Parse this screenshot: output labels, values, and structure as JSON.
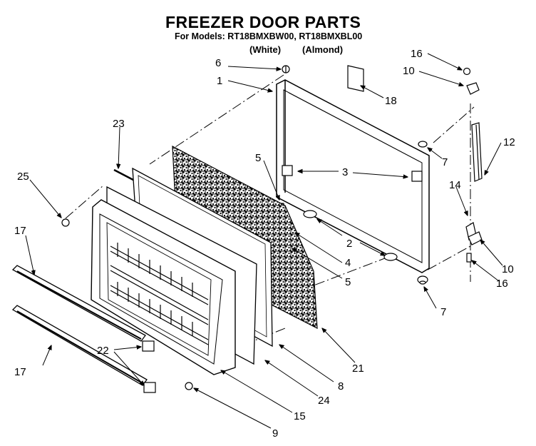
{
  "header": {
    "title": "FREEZER DOOR PARTS",
    "models_line": "For Models: RT18BMXBW00, RT18BMXBL00",
    "variant_white": "(White)",
    "variant_almond": "(Almond)"
  },
  "callouts": [
    {
      "id": "c6",
      "text": "6"
    },
    {
      "id": "c1",
      "text": "1"
    },
    {
      "id": "c18",
      "text": "18"
    },
    {
      "id": "c16a",
      "text": "16"
    },
    {
      "id": "c10a",
      "text": "10"
    },
    {
      "id": "c12",
      "text": "12"
    },
    {
      "id": "c7a",
      "text": "7"
    },
    {
      "id": "c3",
      "text": "3"
    },
    {
      "id": "c5a",
      "text": "5"
    },
    {
      "id": "c23",
      "text": "23"
    },
    {
      "id": "c25",
      "text": "25"
    },
    {
      "id": "c14",
      "text": "14"
    },
    {
      "id": "c2",
      "text": "2"
    },
    {
      "id": "c4",
      "text": "4"
    },
    {
      "id": "c5b",
      "text": "5"
    },
    {
      "id": "c10b",
      "text": "10"
    },
    {
      "id": "c16b",
      "text": "16"
    },
    {
      "id": "c17a",
      "text": "17"
    },
    {
      "id": "c7b",
      "text": "7"
    },
    {
      "id": "c21",
      "text": "21"
    },
    {
      "id": "c22",
      "text": "22"
    },
    {
      "id": "c8",
      "text": "8"
    },
    {
      "id": "c17b",
      "text": "17"
    },
    {
      "id": "c24",
      "text": "24"
    },
    {
      "id": "c15",
      "text": "15"
    },
    {
      "id": "c9",
      "text": "9"
    }
  ]
}
